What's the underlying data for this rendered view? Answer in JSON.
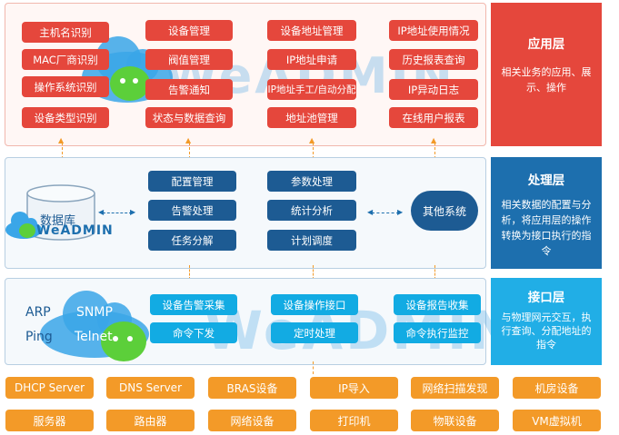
{
  "colors": {
    "app_layer": "#e5473c",
    "process_layer": "#1d6fae",
    "interface_layer": "#21aee6",
    "device": "#f39a28",
    "navy_box": "#1d5b93"
  },
  "watermark": "WeADMIN",
  "app_layer": {
    "title": "应用层",
    "description": "相关业务的应用、展示、操作",
    "col1": [
      "主机名识别",
      "MAC厂商识别",
      "操作系统识别",
      "设备类型识别"
    ],
    "col2": [
      "设备管理",
      "阀值管理",
      "告警通知",
      "状态与数据查询"
    ],
    "col3": [
      "设备地址管理",
      "IP地址申请",
      "IP地址手工/自动分配",
      "地址池管理"
    ],
    "col4": [
      "IP地址使用情况",
      "历史报表查询",
      "IP异动日志",
      "在线用户报表"
    ]
  },
  "process_layer": {
    "title": "处理层",
    "description": "相关数据的配置与分析，将应用层的操作转换为接口执行的指令",
    "database": "数据库",
    "col1": [
      "配置管理",
      "告警处理",
      "任务分解"
    ],
    "col2": [
      "参数处理",
      "统计分析",
      "计划调度"
    ],
    "other": "其他系统"
  },
  "interface_layer": {
    "title": "接口层",
    "description": "与物理网元交互，执行查询、分配地址的指令",
    "protocols": [
      "ARP",
      "SNMP",
      "Ping",
      "Telnet"
    ],
    "row1": [
      "设备告警采集",
      "设备操作接口",
      "设备报告收集"
    ],
    "row2": [
      "命令下发",
      "定时处理",
      "命令执行监控"
    ]
  },
  "devices": {
    "row1": [
      "DHCP Server",
      "DNS Server",
      "BRAS设备",
      "IP导入",
      "网络扫描发现",
      "机房设备"
    ],
    "row2": [
      "服务器",
      "路由器",
      "网络设备",
      "打印机",
      "物联设备",
      "VM虚拟机"
    ]
  }
}
